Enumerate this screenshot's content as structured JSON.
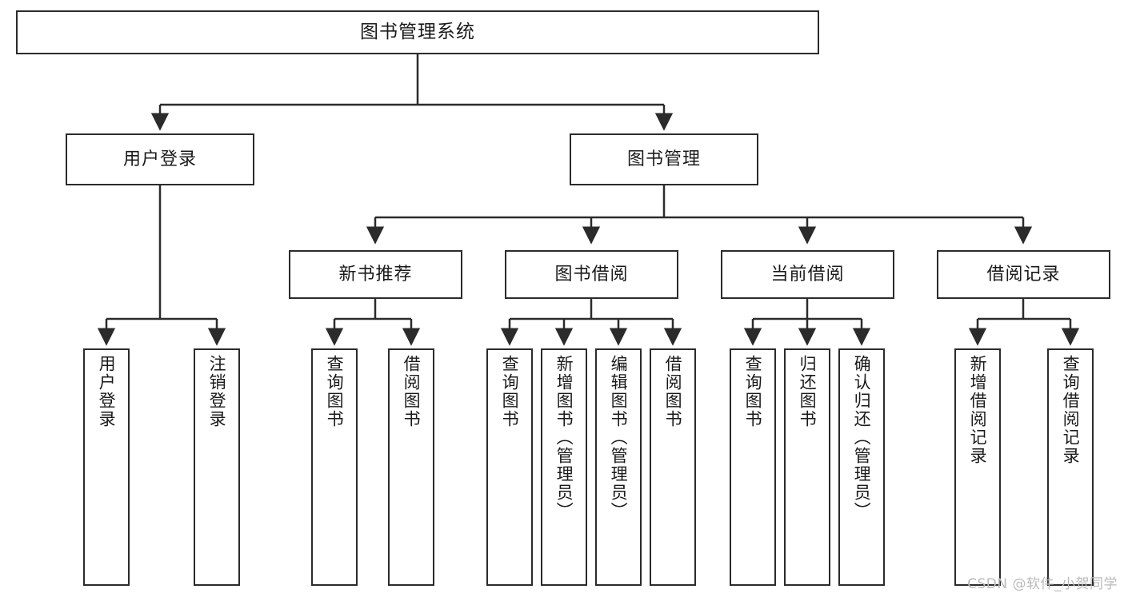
{
  "diagram": {
    "title": "图书管理系统",
    "type": "tree",
    "watermark": "CSDN @软件_小贺同学",
    "colors": {
      "border": "#2b2b2b",
      "fill": "#ffffff",
      "text": "#1a1a1a",
      "watermark": "#b9b9b9",
      "background": "#ffffff"
    },
    "root": {
      "label": "图书管理系统"
    },
    "level2": [
      {
        "label": "用户登录"
      },
      {
        "label": "图书管理"
      }
    ],
    "level3": [
      {
        "label": "新书推荐"
      },
      {
        "label": "图书借阅"
      },
      {
        "label": "当前借阅"
      },
      {
        "label": "借阅记录"
      }
    ],
    "leaves": {
      "user_login": [
        {
          "label": "用户登录"
        },
        {
          "label": "注销登录"
        }
      ],
      "new_book_recommend": [
        {
          "label": "查询图书"
        },
        {
          "label": "借阅图书"
        }
      ],
      "book_borrow": [
        {
          "label": "查询图书"
        },
        {
          "label": "新增图书（管理员）"
        },
        {
          "label": "编辑图书（管理员）"
        },
        {
          "label": "借阅图书"
        }
      ],
      "current_borrow": [
        {
          "label": "查询图书"
        },
        {
          "label": "归还图书"
        },
        {
          "label": "确认归还（管理员）"
        }
      ],
      "borrow_record": [
        {
          "label": "新增借阅记录"
        },
        {
          "label": "查询借阅记录"
        }
      ]
    }
  }
}
